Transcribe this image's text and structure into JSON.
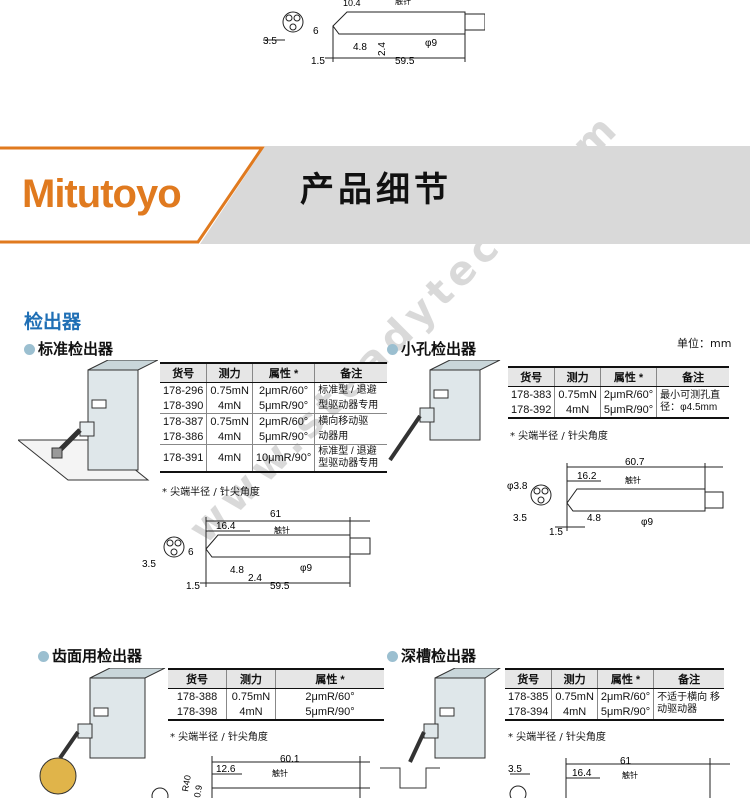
{
  "brand": {
    "logo_text": "Mitutoyo",
    "accent_color": "#e07a1f"
  },
  "banner": {
    "title": "产品细节"
  },
  "section": {
    "title": "检出器"
  },
  "unit_label": "单位：mm",
  "watermark": "www.steadytech.com",
  "top_drawing": {
    "dims": [
      "10.4",
      "触针",
      "6",
      "3.5",
      "4.8",
      "2.4",
      "φ9",
      "1.5",
      "59.5"
    ]
  },
  "standard": {
    "title": "标准检出器",
    "headers": [
      "货号",
      "测力",
      "属性 *",
      "备注"
    ],
    "rows": [
      {
        "no": "178-296",
        "force": "0.75mN",
        "attr": "2μmR/60°",
        "note": "标准型 / 退避"
      },
      {
        "no": "178-390",
        "force": "4mN",
        "attr": "5μmR/90°",
        "note": "型驱动器专用"
      },
      {
        "no": "178-387",
        "force": "0.75mN",
        "attr": "2μmR/60°",
        "note": "横向移动驱"
      },
      {
        "no": "178-386",
        "force": "4mN",
        "attr": "5μmR/90°",
        "note": "动器用"
      },
      {
        "no": "178-391",
        "force": "4mN",
        "attr": "10μmR/90°",
        "note": "标准型 / 退避 型驱动器专用"
      }
    ],
    "footnote": "* 尖端半径 / 针尖角度",
    "dims": [
      "61",
      "16.4",
      "触针",
      "6",
      "3.5",
      "4.8",
      "2.4",
      "φ9",
      "1.5",
      "59.5"
    ]
  },
  "small_hole": {
    "title": "小孔检出器",
    "headers": [
      "货号",
      "测力",
      "属性 *",
      "备注"
    ],
    "rows": [
      {
        "no": "178-383",
        "force": "0.75mN",
        "attr": "2μmR/60°"
      },
      {
        "no": "178-392",
        "force": "4mN",
        "attr": "5μmR/90°"
      }
    ],
    "note": "最小可测孔直 径：φ4.5mm",
    "footnote": "* 尖端半径 / 针尖角度",
    "dims": [
      "60.7",
      "16.2",
      "触针",
      "φ3.8",
      "3.5",
      "4.8",
      "1.5",
      "φ9"
    ]
  },
  "gear": {
    "title": "齿面用检出器",
    "headers": [
      "货号",
      "测力",
      "属性 *"
    ],
    "rows": [
      {
        "no": "178-388",
        "force": "0.75mN",
        "attr": "2μmR/60°"
      },
      {
        "no": "178-398",
        "force": "4mN",
        "attr": "5μmR/90°"
      }
    ],
    "footnote": "* 尖端半径 / 针尖角度",
    "dims": [
      "60.1",
      "12.6",
      "触针",
      "R40",
      "0.9"
    ]
  },
  "deep_groove": {
    "title": "深槽检出器",
    "headers": [
      "货号",
      "测力",
      "属性 *",
      "备注"
    ],
    "rows": [
      {
        "no": "178-385",
        "force": "0.75mN",
        "attr": "2μmR/60°"
      },
      {
        "no": "178-394",
        "force": "4mN",
        "attr": "5μmR/90°"
      }
    ],
    "note": "不适于横向 移动驱动器",
    "footnote": "* 尖端半径 / 针尖角度",
    "dims": [
      "61",
      "3.5",
      "16.4",
      "触针"
    ]
  }
}
